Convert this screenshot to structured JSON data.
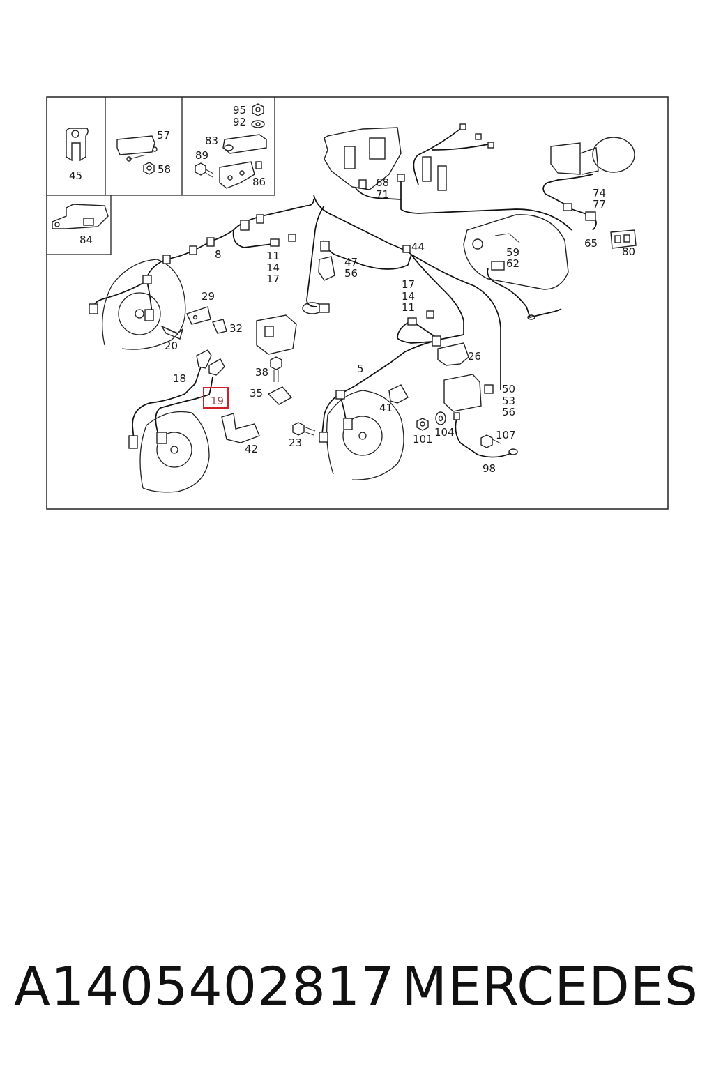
{
  "callouts": {
    "c45": "45",
    "c57": "57",
    "c58": "58",
    "c95": "95",
    "c92": "92",
    "c83": "83",
    "c89": "89",
    "c86": "86",
    "c84": "84",
    "c68": "68",
    "c71": "71",
    "c74": "74",
    "c77": "77",
    "c65": "65",
    "c80": "80",
    "c8": "8",
    "c11a": "11",
    "c14a": "14",
    "c17a": "17",
    "c47": "47",
    "c56a": "56",
    "c44": "44",
    "c59": "59",
    "c62": "62",
    "c29": "29",
    "c32": "32",
    "c20": "20",
    "c17b": "17",
    "c14b": "14",
    "c11b": "11",
    "c26": "26",
    "c18": "18",
    "c19": "19",
    "c38": "38",
    "c35": "35",
    "c5": "5",
    "c50": "50",
    "c53": "53",
    "c56b": "56",
    "c41": "41",
    "c42": "42",
    "c23": "23",
    "c101": "101",
    "c104": "104",
    "c107": "107",
    "c98": "98"
  },
  "highlight": {
    "label": "19",
    "color": "#d0202a"
  },
  "footer": {
    "part_number": "A1405402817",
    "brand": "MERCEDES"
  }
}
